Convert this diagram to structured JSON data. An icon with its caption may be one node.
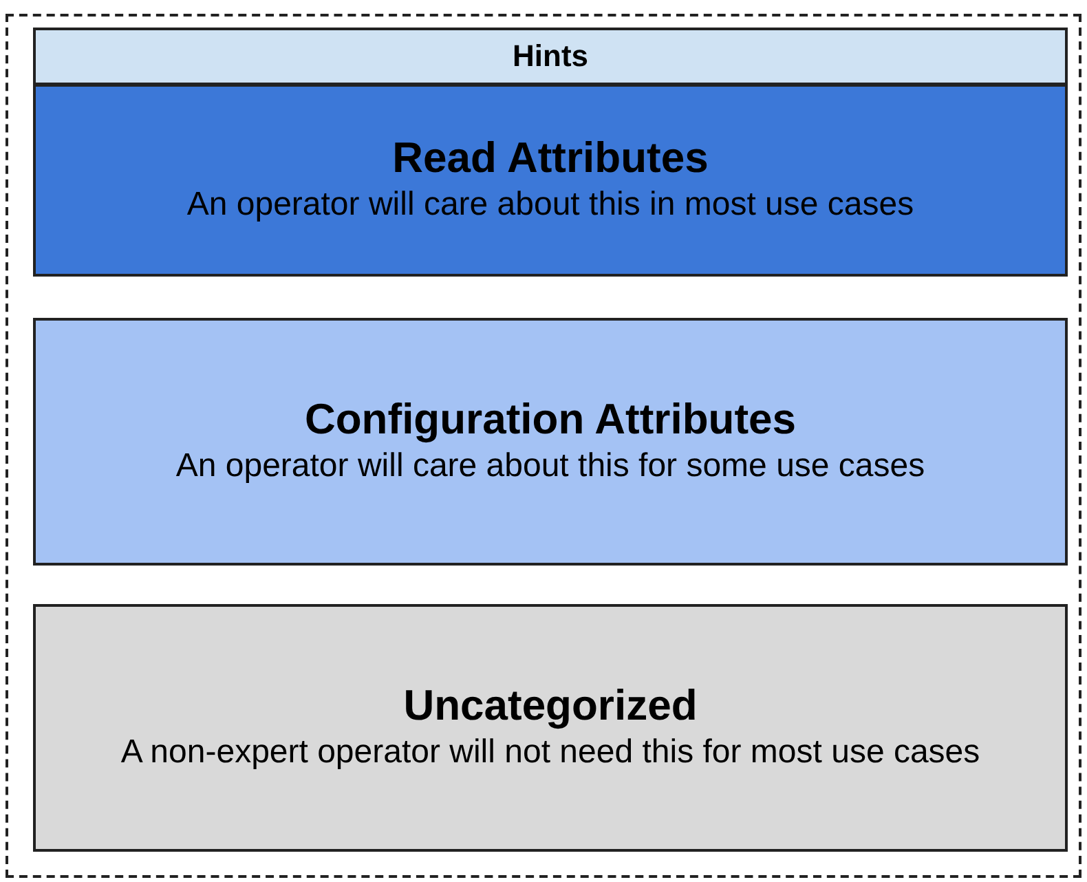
{
  "diagram": {
    "nodes": [
      {
        "text": [],
        "shape": "box"
      },
      {
        "text": [
          "Hints"
        ],
        "in": 0
      },
      {
        "text": [
          "Read Attributes",
          "An operator will care about this in most use cases"
        ],
        "in": 0
      },
      {
        "text": [
          "Configuration Attributes",
          "An operator will care about this for some use cases"
        ],
        "in": 0
      },
      {
        "text": [
          "Uncategorized",
          "A non-expert operator will not need this for most use cases"
        ],
        "in": 0
      }
    ],
    "edges": []
  }
}
